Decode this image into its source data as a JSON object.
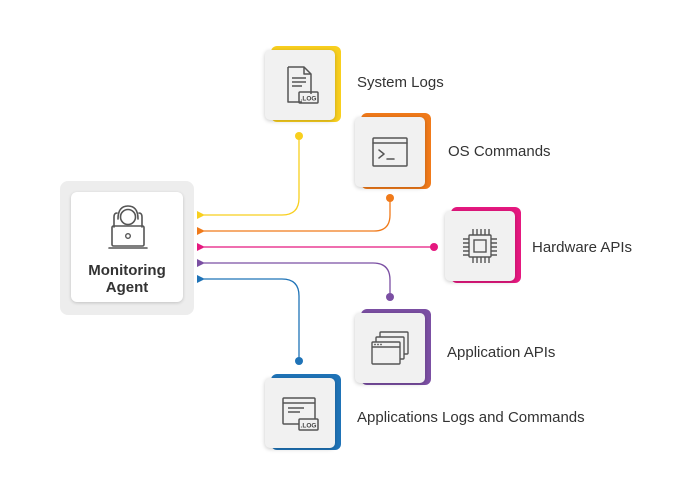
{
  "agent": {
    "label_line1": "Monitoring",
    "label_line2": "Agent"
  },
  "sources": [
    {
      "id": "system-logs",
      "label": "System Logs",
      "color": "#f8cf1e",
      "icon": "log-file-icon",
      "icon_badge": ".LOG"
    },
    {
      "id": "os-commands",
      "label": "OS Commands",
      "color": "#f07a1a",
      "icon": "terminal-icon",
      "icon_badge": ""
    },
    {
      "id": "hardware-apis",
      "label": "Hardware APIs",
      "color": "#e5187f",
      "icon": "chip-icon",
      "icon_badge": ""
    },
    {
      "id": "application-apis",
      "label": "Application APIs",
      "color": "#7b4fa3",
      "icon": "app-windows-icon",
      "icon_badge": ""
    },
    {
      "id": "applications-logs",
      "label": "Applications Logs and Commands",
      "color": "#1f73b7",
      "icon": "app-log-icon",
      "icon_badge": ".LOG"
    }
  ]
}
